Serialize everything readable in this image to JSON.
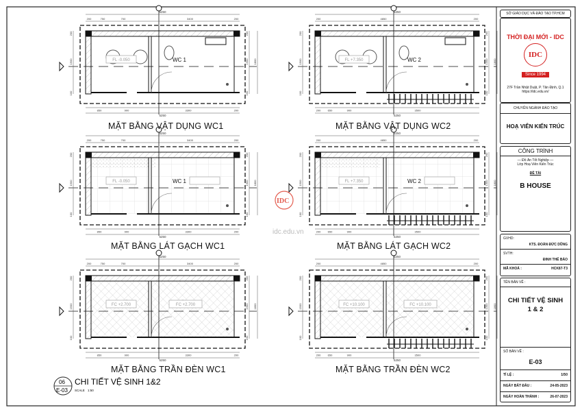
{
  "title_block": {
    "department": "SỞ GIÁO DỤC VÀ ĐÀO TẠO TP.HCM",
    "school": "THỜI ĐẠI MỚI - IDC",
    "logo_text": "IDC",
    "since": "Since 1994",
    "address": "27F Trần Nhật Duật, P. Tân Định, Q.1",
    "website": "https://idc.edu.vn/",
    "major_label": "CHUYÊN NGÀNH ĐÀO TẠO",
    "major": "HOẠ VIÊN KIẾN TRÚC",
    "project_label": "CÔNG TRÌNH",
    "project_sub1": "— Đồ Án Tốt Nghiệp —",
    "project_sub2": "Lớp Hoạ Viên Kiến Trúc",
    "topic_label": "ĐỀ TÀI",
    "topic": "B HOUSE",
    "instructor_label": "GVHD:",
    "instructor": "KTS. ĐOÀN ĐỨC DŨNG",
    "student_label": "SVTH:",
    "student": "ĐINH THẾ BẢO",
    "course_label": "MÃ KHOÁ :",
    "course": "HCK87-T3",
    "drawing_name_label": "TÊN BẢN VẼ :",
    "drawing_name_1": "CHI TIẾT VỆ SINH",
    "drawing_name_2": "1 & 2",
    "drawing_no_label": "SỐ BẢN VẼ :",
    "drawing_no": "E-03",
    "scale_label": "TỈ LỆ :",
    "scale": "1/50",
    "start_label": "NGÀY BẮT ĐẦU :",
    "start": "24-05-2023",
    "end_label": "NGÀY HOÀN THÀNH :",
    "end": "26-07-2023"
  },
  "watermark": {
    "logo": "IDC",
    "url": "idc.edu.vn"
  },
  "detail_tag": {
    "number": "06",
    "sheet": "E-03",
    "title": "CHI TIẾT VỆ SINH 1&2",
    "scale_label": "SCALE",
    "scale": "1:50"
  },
  "dims": {
    "top_total": "5250",
    "top_wc1": [
      "200",
      "750",
      "700",
      "3400",
      "200"
    ],
    "top_wc2": [
      "200",
      "4850",
      "200"
    ],
    "bottom_wc1": [
      "850",
      "900",
      "3300",
      "200"
    ],
    "bottom_wc2": [
      "200",
      "650",
      "900",
      "3500"
    ],
    "left": [
      "200",
      "1500",
      "100"
    ],
    "right": [
      "200",
      "1300",
      "100"
    ],
    "right_total": "1800"
  },
  "plans": [
    {
      "title": "MẶT BẰNG VẬT DỤNG WC1",
      "room": "WC 1",
      "level": "FL -0.050"
    },
    {
      "title": "MẶT BẰNG VẬT DỤNG WC2",
      "room": "WC 2",
      "level": "FL +7.350"
    },
    {
      "title": "MẶT BẰNG LÁT GẠCH WC1",
      "room": "WC 1",
      "level": "FL -0.050"
    },
    {
      "title": "MẶT BẰNG LÁT GẠCH WC2",
      "room": "WC 2",
      "level": "FL +7.350"
    },
    {
      "title": "MẶT BẰNG TRẦN ĐÈN WC1",
      "room": "",
      "level": "FC +2.700"
    },
    {
      "title": "MẶT BẰNG TRẦN ĐÈN WC2",
      "room": "",
      "level": "FC +10.100"
    }
  ]
}
